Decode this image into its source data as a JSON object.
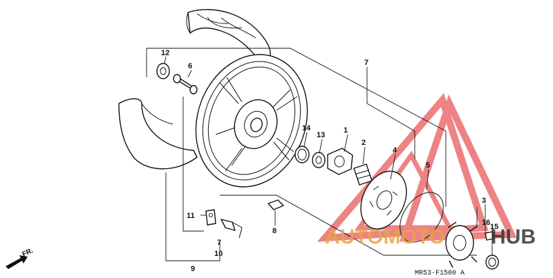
{
  "callouts": {
    "n1": "1",
    "n2": "2",
    "n3": "3",
    "n4": "4",
    "n5": "5",
    "n6": "6",
    "n7a": "7",
    "n7b": "7",
    "n8": "8",
    "n9": "9",
    "n10": "10",
    "n11": "11",
    "n12": "12",
    "n13": "13",
    "n14": "14",
    "n15": "15",
    "n16": "16"
  },
  "diagram_code": "MR53-F1500 A",
  "front_label": "FR.",
  "watermark": {
    "word_a": "AUTOMOTO",
    "word_b": "HUB",
    "color_accent": "#e8a44a",
    "color_triangle": "#e85a5a",
    "color_text": "#333333"
  }
}
